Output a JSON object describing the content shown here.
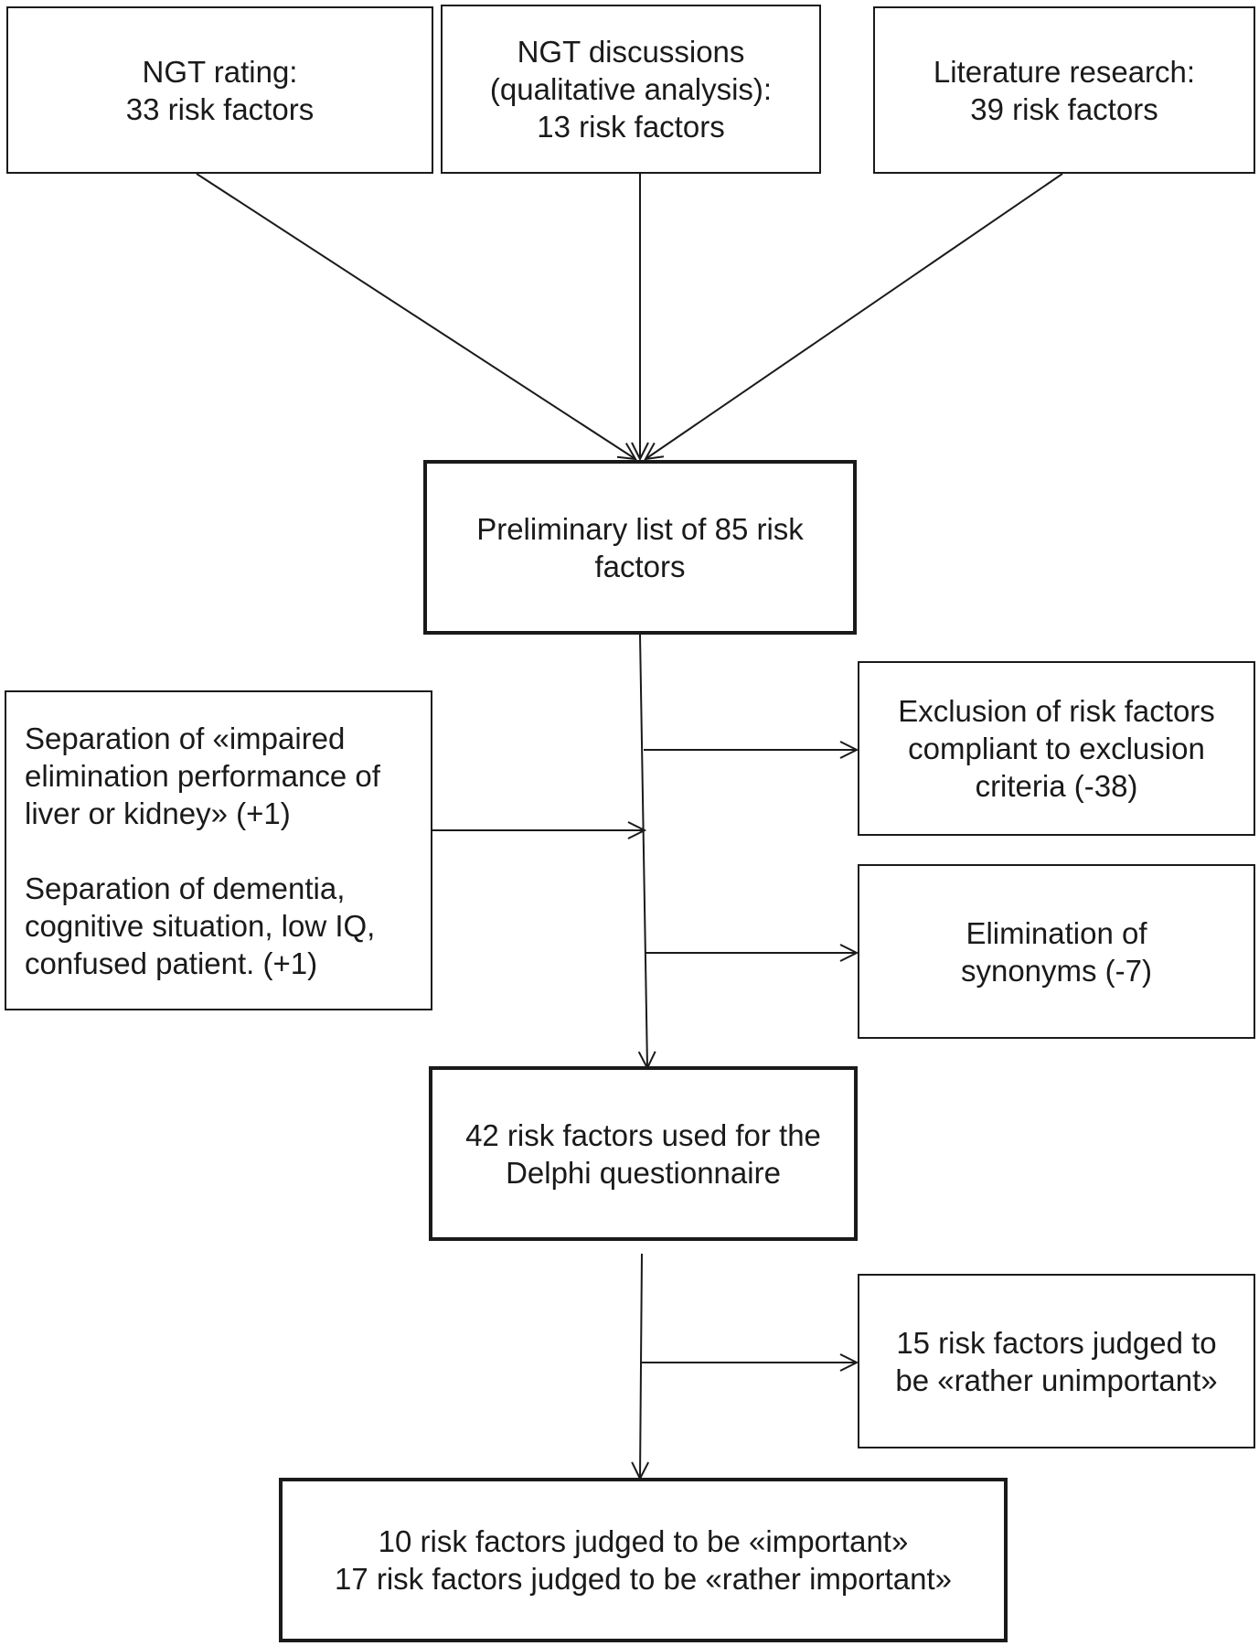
{
  "boxes": {
    "ngt_rating": [
      "NGT rating:",
      "33 risk factors"
    ],
    "ngt_discussions": [
      "NGT discussions",
      "(qualitative analysis):",
      "13 risk factors"
    ],
    "literature": [
      "Literature research:",
      "39 risk factors"
    ],
    "preliminary": [
      "Preliminary list of 85 risk",
      "factors"
    ],
    "separation_1": [
      "Separation of «impaired",
      "elimination performance of",
      "liver or kidney» (+1)"
    ],
    "separation_2": [
      "Separation of dementia,",
      "cognitive situation, low IQ,",
      "confused patient. (+1)"
    ],
    "exclusion": [
      "Exclusion of risk factors",
      "compliant to exclusion",
      "criteria (-38)"
    ],
    "synonyms": [
      "Elimination of",
      "synonyms (-7)"
    ],
    "delphi": [
      "42 risk factors used for the",
      "Delphi questionnaire"
    ],
    "unimportant": [
      "15 risk factors judged to",
      "be «rather unimportant»"
    ],
    "final": [
      "10 risk factors judged to be «important»",
      "17 risk factors judged to be «rather important»"
    ]
  }
}
